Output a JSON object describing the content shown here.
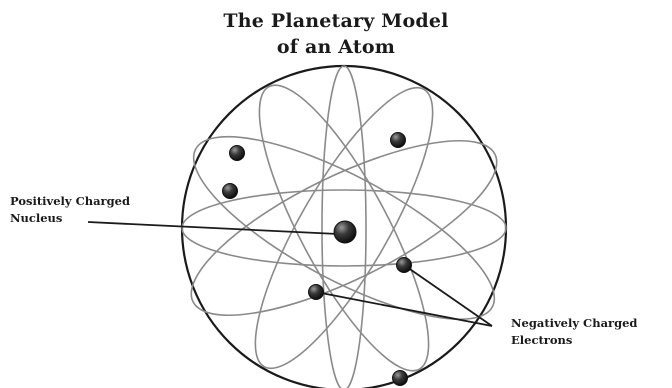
{
  "title": {
    "line1": "The Planetary Model",
    "line2": "of an Atom"
  },
  "labels": {
    "nucleus": {
      "line1": "Positively Charged",
      "line2": "Nucleus"
    },
    "electrons": {
      "line1": "Negatively Charged",
      "line2": "Electrons"
    }
  },
  "colors": {
    "outline": "#1a1a1a",
    "orbit": "#8a8a8a",
    "particle": "#222222",
    "background": "#ffffff"
  }
}
